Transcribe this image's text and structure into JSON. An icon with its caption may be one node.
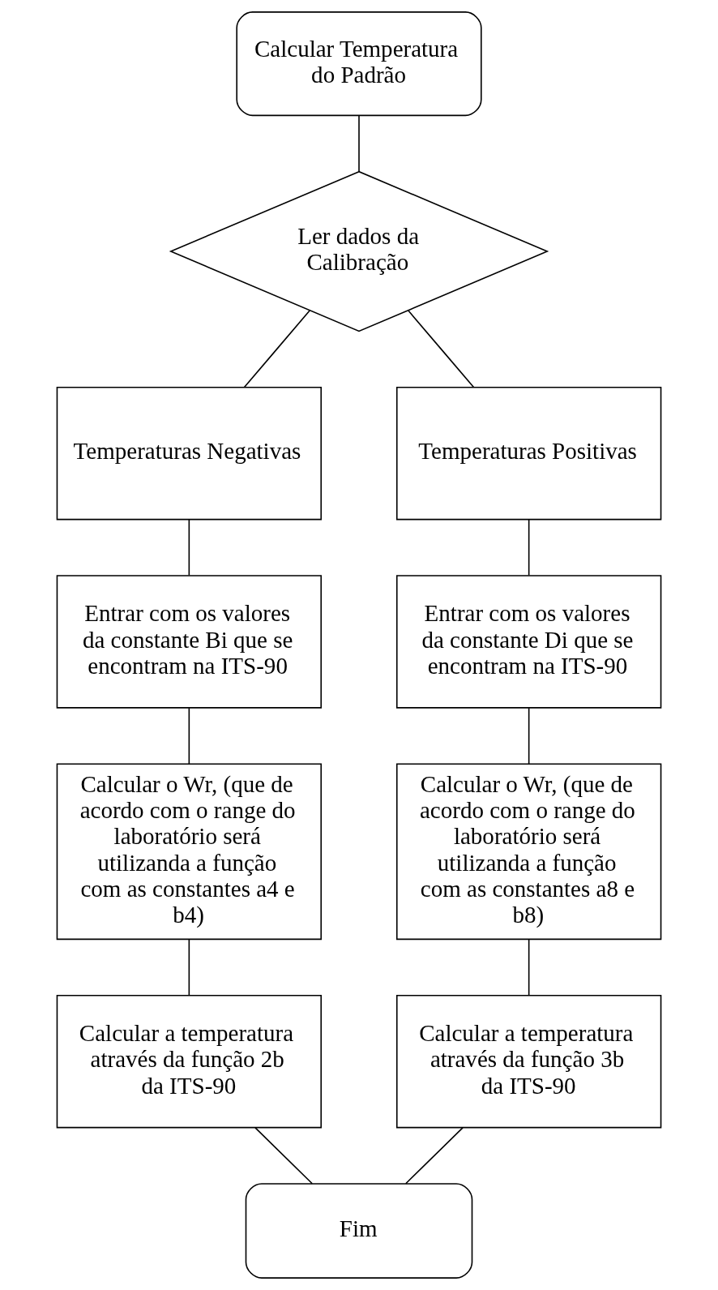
{
  "diagram": {
    "nodes": [
      {
        "text": [
          "Calcular Temperatura do Padrão"
        ]
      },
      {
        "text": [
          "Ler dados da Calibração"
        ]
      },
      {
        "text": [
          "Temperaturas Negativas"
        ]
      },
      {
        "text": [
          "Temperaturas Positivas"
        ]
      },
      {
        "text": [
          "Entrar com os valores da constante Bi que se encontram na ITS-90"
        ]
      },
      {
        "text": [
          "Entrar com os valores da constante Di que se encontram na ITS-90"
        ]
      },
      {
        "text": [
          "Calcular o Wr, (que de acordo com o range do laboratório será utilizanda a função com as constantes a4 e b4)"
        ]
      },
      {
        "text": [
          "Calcular o Wr, (que de acordo com o range do laboratório será utilizanda a função com as constantes a8 e b8)"
        ]
      },
      {
        "text": [
          "Calcular a temperatura através da função 2b da ITS-90"
        ]
      },
      {
        "text": [
          "Calcular a temperatura através da função 3b da ITS-90"
        ]
      },
      {
        "text": [
          "Fim"
        ]
      }
    ],
    "edges": [
      {
        "from": 0,
        "to": 1,
        "arrow": "none"
      },
      {
        "from": 1,
        "to": 2,
        "arrow": "none"
      },
      {
        "from": 1,
        "to": 3,
        "arrow": "none"
      },
      {
        "from": 2,
        "to": 4,
        "arrow": "none"
      },
      {
        "from": 3,
        "to": 5,
        "arrow": "none"
      },
      {
        "from": 4,
        "to": 6,
        "arrow": "none"
      },
      {
        "from": 5,
        "to": 7,
        "arrow": "none"
      },
      {
        "from": 6,
        "to": 8,
        "arrow": "none"
      },
      {
        "from": 7,
        "to": 9,
        "arrow": "none"
      },
      {
        "from": 8,
        "to": 10,
        "arrow": "none"
      },
      {
        "from": 9,
        "to": 10,
        "arrow": "none"
      }
    ]
  }
}
